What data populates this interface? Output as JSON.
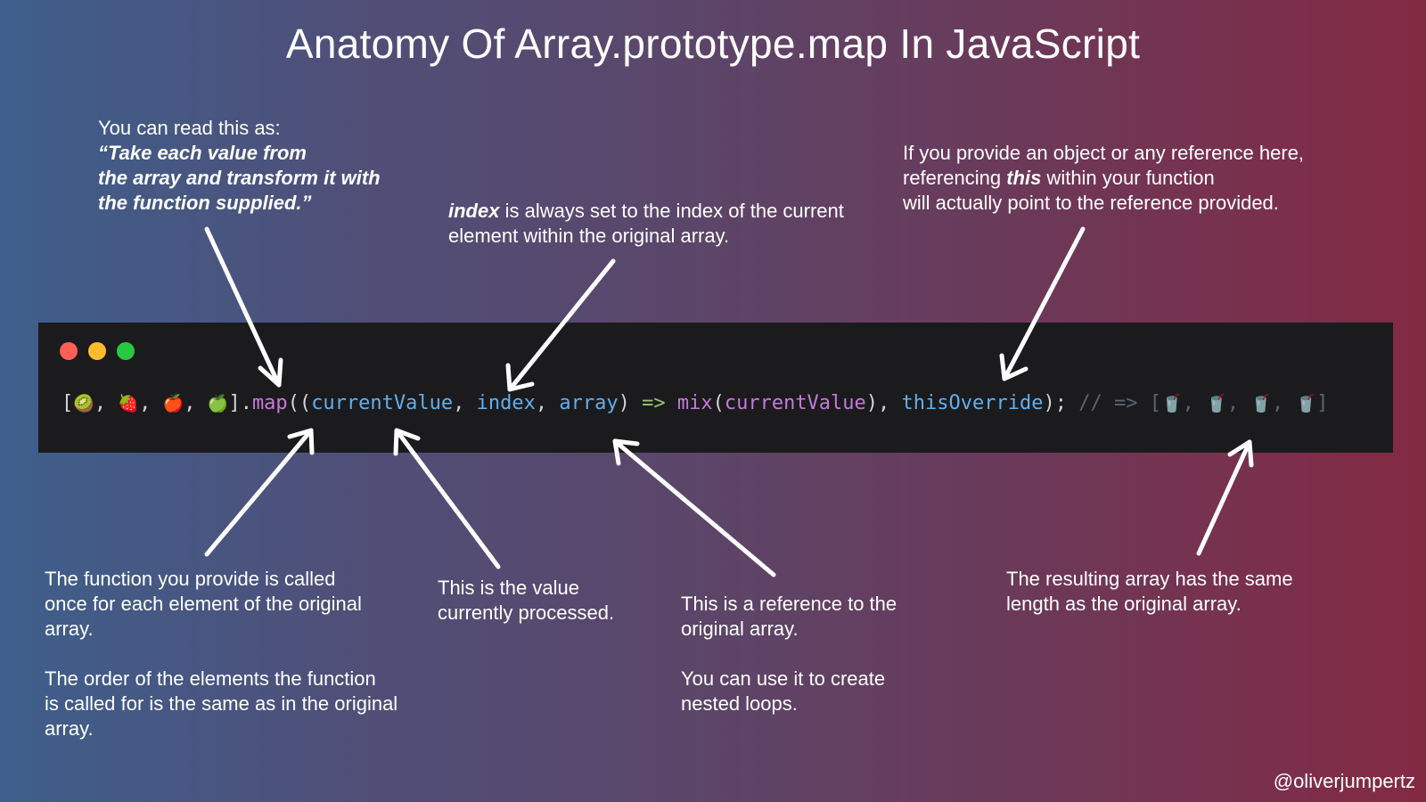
{
  "title": "Anatomy Of Array.prototype.map In JavaScript",
  "notes": {
    "read_as": {
      "intro": "You can read this as:",
      "lines": [
        "“Take each value from",
        "the array and transform it with",
        "the function supplied.”"
      ]
    },
    "index": {
      "keyword": "index",
      "rest1": " is always set to the index of the current",
      "line2": "element within the original array."
    },
    "this_override": {
      "line1": "If you provide an object or any reference here,",
      "pre": "referencing ",
      "keyword": "this",
      "post": " within your function",
      "line3": "will actually point to the reference provided."
    },
    "function_called": {
      "para1": [
        "The function you provide is called",
        "once for each element of the original",
        "array."
      ],
      "para2": [
        "The order of the elements the function",
        "is called for is the same as in the original",
        "array."
      ]
    },
    "current_value": [
      "This is the value",
      "currently processed."
    ],
    "array_ref": {
      "para1": [
        "This is a reference to the",
        "original array."
      ],
      "para2": [
        "You can use it to create",
        "nested loops."
      ]
    },
    "result": [
      "The resulting array has the same",
      "length as the original array."
    ]
  },
  "code": {
    "open_bracket": "[",
    "fruits": [
      "🥝",
      "🍓",
      "🍎",
      "🍏"
    ],
    "sep": ", ",
    "close_bracket": "]",
    "dot": ".",
    "method": "map",
    "open_parens": "((",
    "param_current": "currentValue",
    "comma": ", ",
    "param_index": "index",
    "param_array": "array",
    "close_paren": ")",
    "arrow": " => ",
    "call_fn": "mix",
    "call_open": "(",
    "call_arg": "currentValue",
    "call_close": "), ",
    "this_override": "thisOverride",
    "end": ");",
    "comment": " // => ",
    "result_items": [
      "🥤",
      "🥤",
      "🥤",
      "🥤"
    ]
  },
  "window_dots": [
    "red",
    "yellow",
    "green"
  ],
  "handle": "@oliverjumpertz"
}
